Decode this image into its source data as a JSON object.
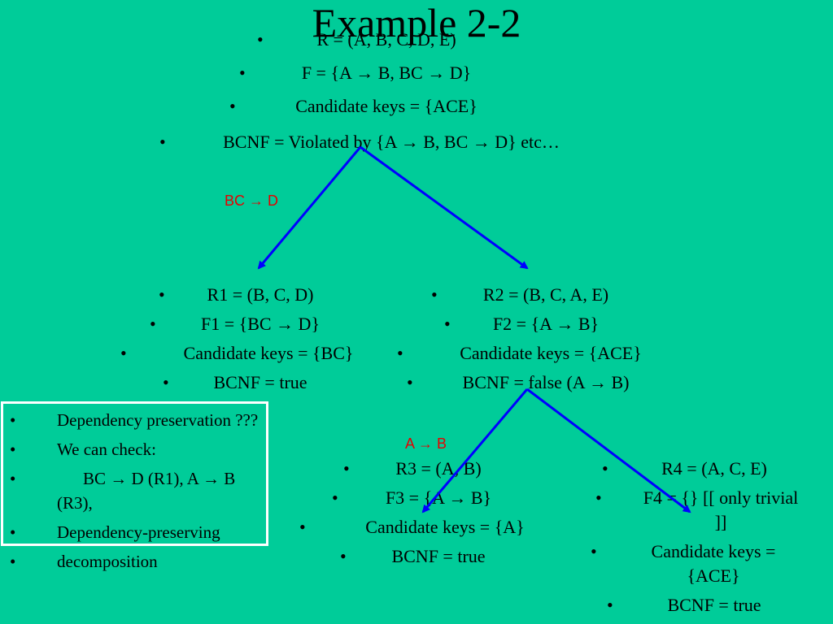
{
  "title": "Example 2-2",
  "bullet": "•",
  "top_block": [
    "R = (A, B, C, D, E)",
    "F = {A → B, BC → D}",
    "Candidate keys = {ACE}",
    "BCNF = Violated by {A → B, BC → D} etc…"
  ],
  "split1_label": "BC → D",
  "r1_block": [
    "R1 = (B, C, D)",
    "F1 = {BC → D}",
    "Candidate keys = {BC}",
    "BCNF = true"
  ],
  "r2_block": [
    "R2 = (B, C, A, E)",
    "F2 = {A → B}",
    "Candidate keys = {ACE}",
    "BCNF = false (A → B)"
  ],
  "split2_label": "A → B",
  "r3_block": [
    "R3 = (A, B)",
    "F3 = {A → B}",
    "Candidate keys = {A}",
    "BCNF = true"
  ],
  "r4_block": [
    "R4 = (A, C, E)",
    "F4 = {}  [[ only trivial ]]",
    "Candidate keys = {ACE}",
    "BCNF = true"
  ],
  "side_notes": [
    "Dependency preservation ???",
    "We can check:",
    "BC → D (R1), A → B (R3),",
    "Dependency-preserving",
    "decomposition"
  ],
  "colors": {
    "background": "#00cc99",
    "arrow": "#0000ff",
    "label": "#e60000",
    "box_border": "#ffffff"
  }
}
